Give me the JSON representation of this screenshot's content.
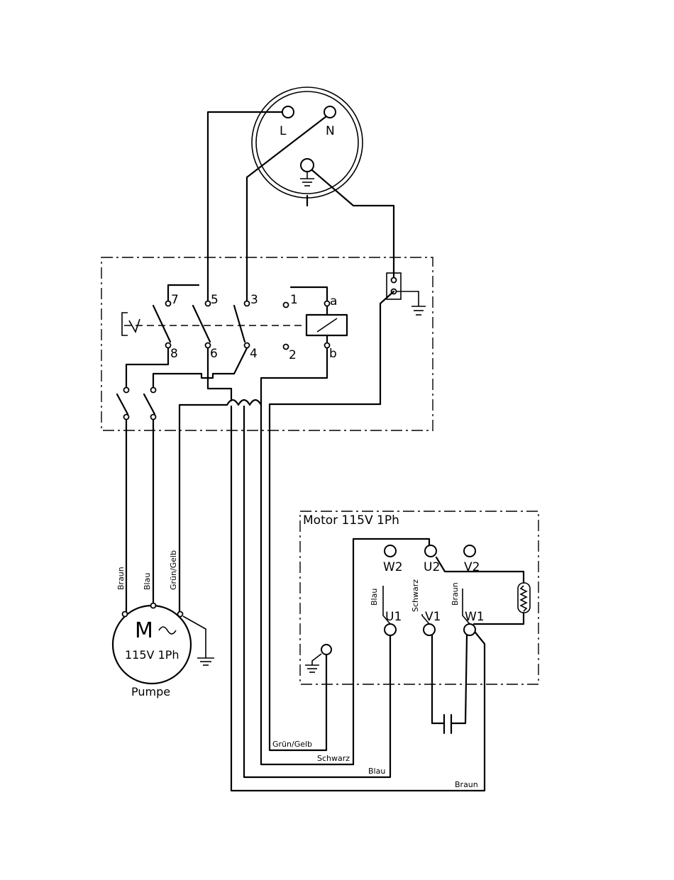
{
  "plug": {
    "terminal_l": "L",
    "terminal_n": "N"
  },
  "switch_terminals": {
    "t7": "7",
    "t5": "5",
    "t3": "3",
    "t1": "1",
    "ta": "a",
    "t8": "8",
    "t6": "6",
    "t4": "4",
    "t2": "2",
    "tb": "b"
  },
  "motor": {
    "title": "Motor 115V 1Ph",
    "terminals": {
      "w2": "W2",
      "u2": "U2",
      "v2": "V2",
      "u1": "U1",
      "v1": "V1",
      "w1": "W1"
    },
    "wire_labels": {
      "blau": "Blau",
      "schwarz": "Schwarz",
      "braun": "Braun"
    }
  },
  "pump": {
    "symbol": "M",
    "rating": "115V 1Ph",
    "name": "Pumpe",
    "wire_labels": {
      "braun": "Braun",
      "blau": "Blau",
      "gruen_gelb": "Grün/Gelb"
    }
  },
  "bottom_wires": {
    "gruen_gelb": "Grün/Gelb",
    "schwarz": "Schwarz",
    "blau": "Blau",
    "braun": "Braun"
  }
}
